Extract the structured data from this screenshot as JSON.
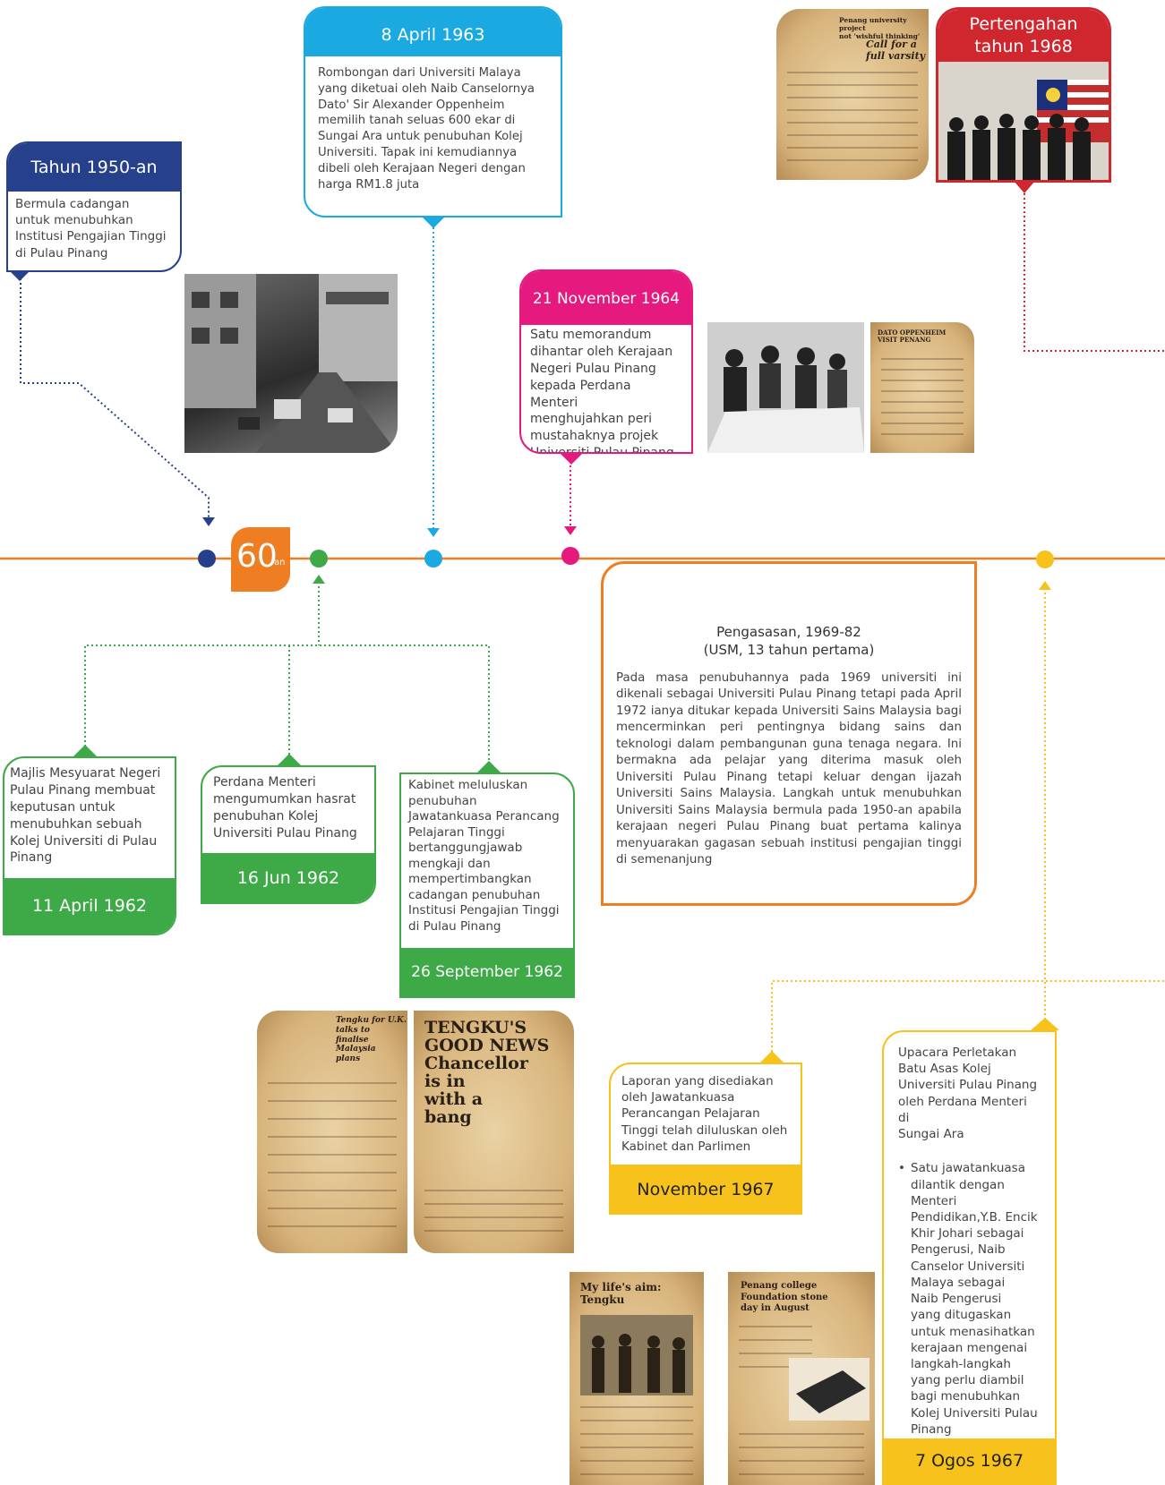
{
  "colors": {
    "timeline": "#ef7d22",
    "navy": "#27408b",
    "cyan": "#1ba9e1",
    "magenta": "#e5197e",
    "green": "#3daa47",
    "yellow": "#f6c21b",
    "red": "#d0262e",
    "orange": "#ef7d22"
  },
  "decade_badge": {
    "main": "60",
    "suffix": "an"
  },
  "events": {
    "tahun_1950an": {
      "title": "Tahun 1950-an",
      "body": "Bermula cadangan\nuntuk menubuhkan\nInstitusi Pengajian Tinggi\ndi Pulau Pinang"
    },
    "april_1963": {
      "title": "8 April 1963",
      "body": "Rombongan dari Universiti Malaya\nyang diketuai oleh Naib Canselornya\nDato' Sir Alexander Oppenheim\nmemilih tanah seluas 600 ekar di\nSungai Ara untuk penubuhan Kolej\nUniversiti. Tapak ini kemudiannya\ndibeli oleh Kerajaan Negeri dengan\nharga RM1.8 juta"
    },
    "november_1964": {
      "title": "21 November  1964",
      "body": "Satu memorandum\ndihantar oleh Kerajaan\nNegeri Pulau Pinang\nkepada Perdana Menteri\nmenghujahkan peri\nmustahaknya projek\nUniversiti Pulau Pinang"
    },
    "pertengahan_1968": {
      "title": "Pertengahan\ntahun 1968"
    },
    "april_1962": {
      "title": "11 April 1962",
      "body": "Majlis Mesyuarat Negeri\nPulau Pinang membuat\nkeputusan untuk\nmenubuhkan sebuah\nKolej Universiti di Pulau\nPinang"
    },
    "jun_1962": {
      "title": "16 Jun 1962",
      "body": "Perdana Menteri\nmengumumkan hasrat\npenubuhan Kolej\nUniversiti Pulau Pinang"
    },
    "september_1962": {
      "title": "26 September 1962",
      "body": "Kabinet meluluskan\npenubuhan\nJawatankuasa Perancang\nPelajaran Tinggi\nbertanggungjawab\nmengkaji dan\nmempertimbangkan\ncadangan penubuhan\nInstitusi Pengajian Tinggi\ndi Pulau Pinang"
    },
    "november_1967": {
      "title": "November 1967",
      "body": "Laporan yang disediakan\noleh Jawatankuasa\nPerancangan Pelajaran\nTinggi telah diluluskan oleh\nKabinet dan Parlimen"
    },
    "ogos_1967": {
      "title": "7 Ogos 1967",
      "body": "Upacara Perletakan\nBatu Asas Kolej\nUniversiti Pulau Pinang\noleh Perdana Menteri di\nSungai Ara",
      "bullet": "Satu jawatankuasa\ndilantik dengan\nMenteri\nPendidikan,Y.B. Encik\nKhir Johari sebagai\nPengerusi, Naib\nCanselor Universiti\nMalaya sebagai\nNaib Pengerusi\nyang ditugaskan\nuntuk menasihatkan\nkerajaan mengenai\nlangkah-langkah\nyang perlu diambil\nbagi menubuhkan\nKolej Universiti Pulau\nPinang"
    }
  },
  "pengasasan": {
    "title_line1": "Pengasasan, 1969-82",
    "title_line2": "(USM, 13 tahun pertama)",
    "body": "Pada masa penubuhannya pada 1969 universiti ini dikenali sebagai Universiti Pulau Pinang tetapi pada April 1972 ianya ditukar kepada Universiti Sains Malaysia bagi mencerminkan peri pentingnya bidang sains dan teknologi dalam pembangunan guna tenaga negara. Ini bermakna ada pelajar yang diterima masuk oleh Universiti Pulau Pinang tetapi keluar dengan ijazah Universiti Sains Malaysia. Langkah untuk menubuhkan Universiti Sains Malaysia bermula pada 1950-an apabila kerajaan negeri Pulau Pinang buat pertama kalinya menyuarakan gagasan sebuah institusi pengajian tinggi di semenanjung"
  },
  "clippings": {
    "c1968a_hl": "Call for a\nfull varsity",
    "c1968a_top": "Penang university project\nnot 'wishful thinking'",
    "c1964b_hl": "DATO OPPENHEIM\nVISIT PENANG",
    "c1962a_hl": "Tengku for U.K.\ntalks to\nfinalise Malaysia\nplans",
    "c1962b_hl": "TENGKU'S\nGOOD NEWS\nChancellor\nis in\nwith a\nbang",
    "c1967a_hl": "My life's aim: Tengku",
    "c1967b_hl": "Penang college\nFoundation stone\nday in August"
  }
}
